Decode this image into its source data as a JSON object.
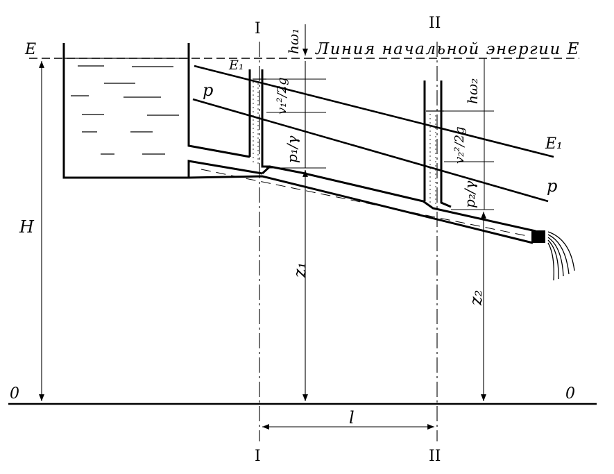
{
  "labels": {
    "energy_line_caption": "Линия начальной энергии E",
    "E_left": "E",
    "E1_top": "E₁",
    "E1_end": "E₁",
    "p_top": "p",
    "p_end": "p",
    "H": "H",
    "zero_left": "0",
    "zero_right": "0",
    "section_I_top": "I",
    "section_I_bottom": "I",
    "section_II_top": "II",
    "section_II_bottom": "II",
    "hw1": "hω₁",
    "hw2": "hω₂",
    "v1_head": "v₁²/2g",
    "v2_head": "v₂²/2g",
    "p1_head": "p₁/γ",
    "p2_head": "p₂/γ",
    "z1": "z₁",
    "z2": "z₂",
    "length": "l"
  }
}
